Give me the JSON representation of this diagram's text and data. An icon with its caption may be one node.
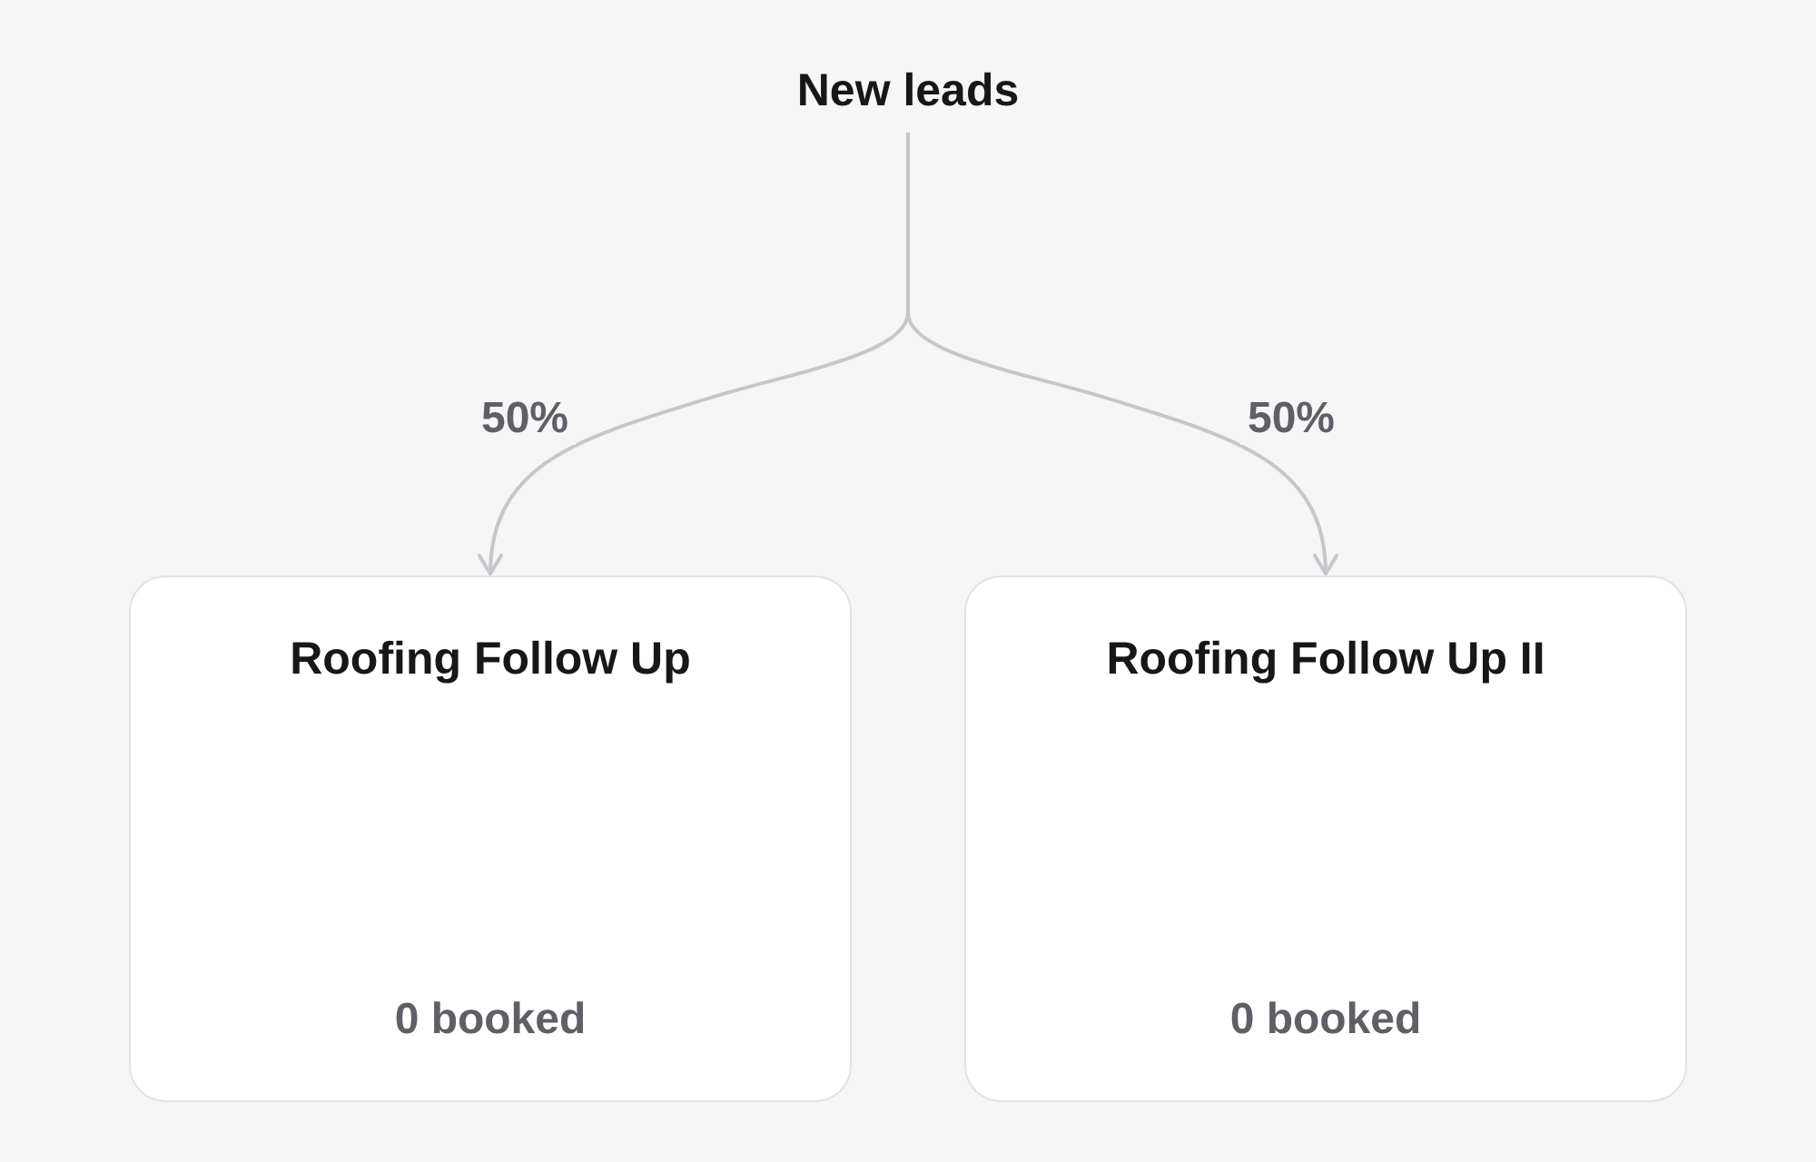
{
  "diagram": {
    "nodes": [
      {
        "text": [
          "New leads"
        ]
      },
      {
        "text": [
          "Roofing Follow Up",
          "0 booked"
        ]
      },
      {
        "text": [
          "Roofing Follow Up II",
          "0 booked"
        ]
      }
    ],
    "edges": [
      {
        "from": 0,
        "to": 1,
        "arrow": "to",
        "label": "50%"
      },
      {
        "from": 0,
        "to": 2,
        "arrow": "to",
        "label": "50%"
      }
    ]
  }
}
